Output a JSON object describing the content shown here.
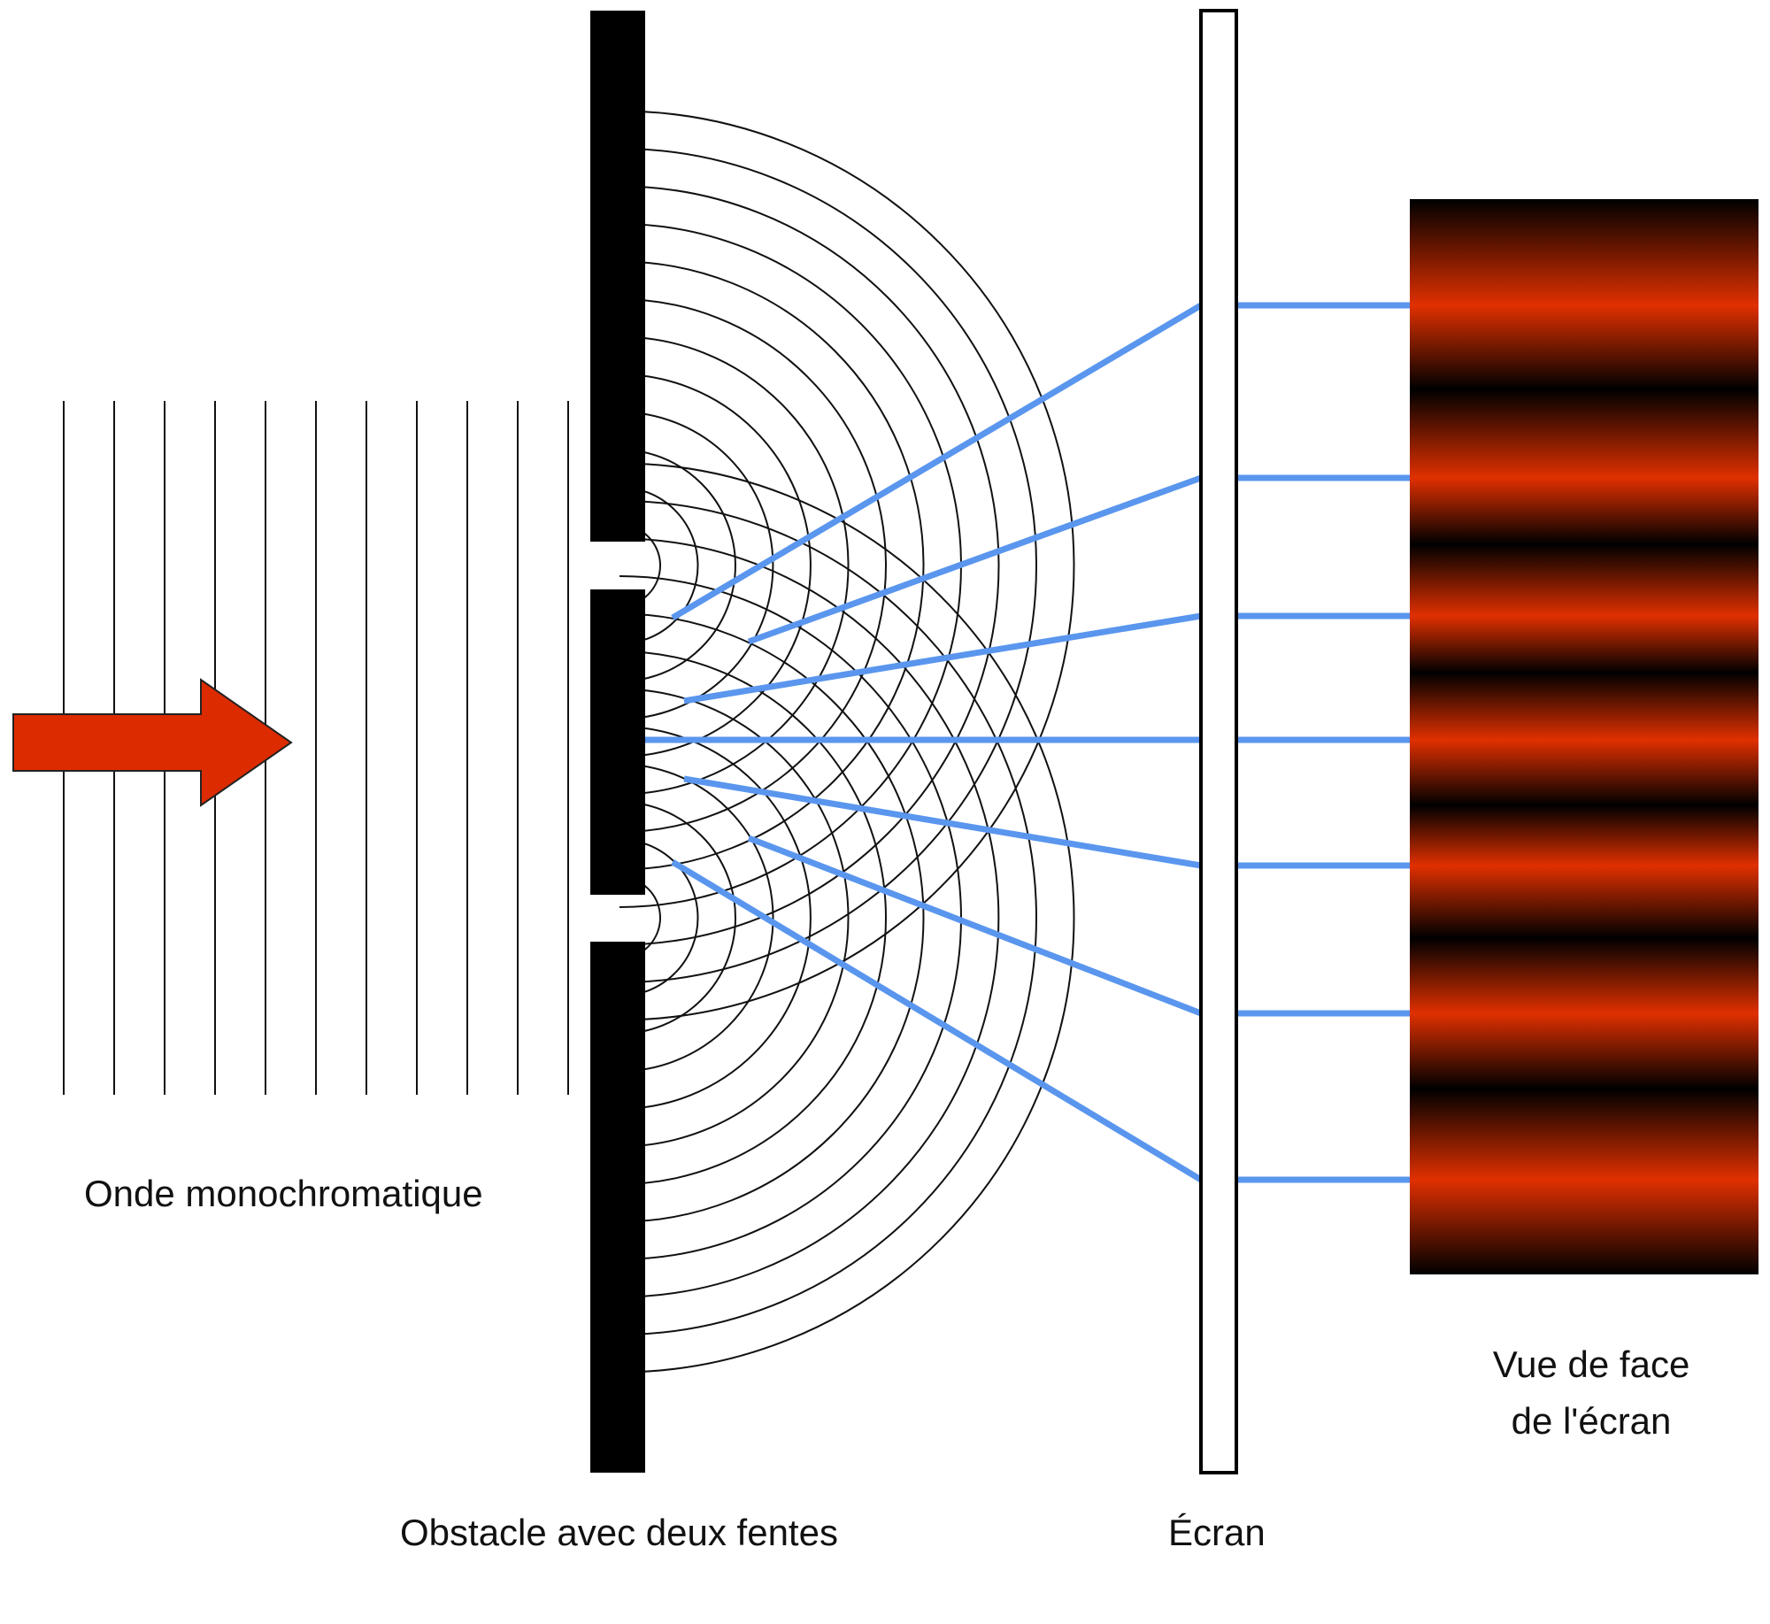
{
  "labels": {
    "wave": "Onde monochromatique",
    "obstacle": "Obstacle avec deux fentes",
    "screen": "Écran",
    "front_view_line1": "Vue de face",
    "front_view_line2": "de l'écran"
  },
  "diagram": {
    "plane_wavefront_count": 11,
    "circular_wavefront_count": 12,
    "slit_count": 2,
    "bright_fringe_count": 7
  },
  "colors": {
    "background": "#ffffff",
    "line": "#111111",
    "barrier": "#000000",
    "ray": "#5a96ee",
    "arrow": "#dd2b00",
    "fringe_bright": "#e03000",
    "fringe_dark": "#000000"
  },
  "icons": {
    "arrow": "right-arrow-icon"
  }
}
